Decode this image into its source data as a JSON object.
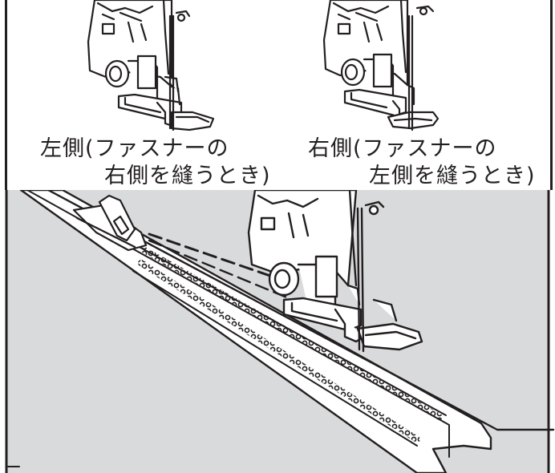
{
  "captions": {
    "left_line1": "左側(ファスナーの",
    "left_line2": "右側を縫うとき)",
    "right_line1": "右側(ファスナーの",
    "right_line2": "左側を縫うとき)"
  },
  "colors": {
    "line": "#231f20",
    "fabric": "#d9dadb",
    "background": "#ffffff"
  }
}
